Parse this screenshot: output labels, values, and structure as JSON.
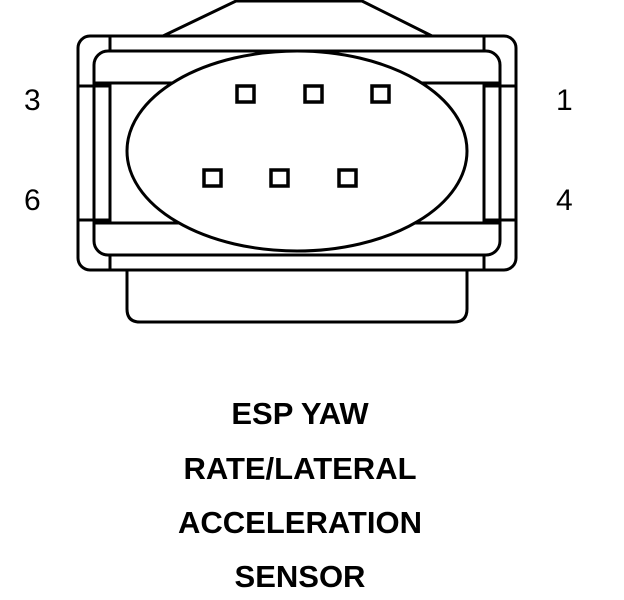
{
  "connector": {
    "pin_labels": {
      "top_left": "3",
      "bottom_left": "6",
      "top_right": "1",
      "bottom_right": "4"
    },
    "pin_count": 6,
    "line_color": "#000000",
    "background_color": "#ffffff"
  },
  "caption": {
    "line1": "ESP YAW",
    "line2": "RATE/LATERAL",
    "line3": "ACCELERATION",
    "line4": "SENSOR"
  }
}
